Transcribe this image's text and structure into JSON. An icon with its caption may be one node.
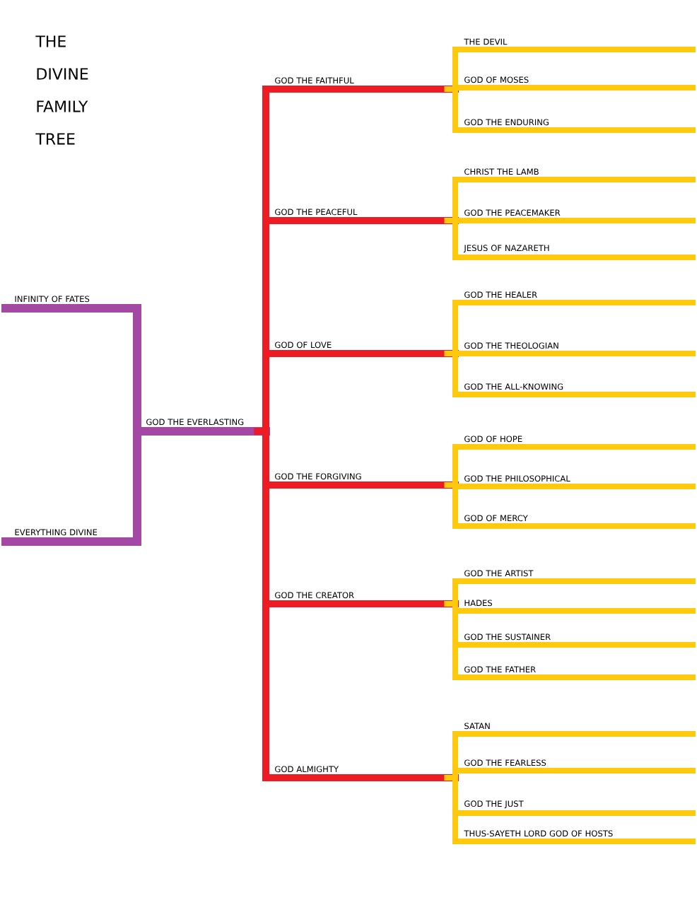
{
  "diagram": {
    "title": "THE DIVINE FAMILY TREE",
    "nodes": [
      {
        "text": [
          "INFINITY OF FATES"
        ]
      },
      {
        "text": [
          "EVERYTHING DIVINE"
        ]
      },
      {
        "text": [
          "GOD THE EVERLASTING"
        ]
      },
      {
        "text": [
          "GOD THE FAITHFUL"
        ]
      },
      {
        "text": [
          "THE DEVIL"
        ]
      },
      {
        "text": [
          "GOD OF MOSES"
        ]
      },
      {
        "text": [
          "GOD THE ENDURING"
        ]
      },
      {
        "text": [
          "GOD THE PEACEFUL"
        ]
      },
      {
        "text": [
          "CHRIST THE LAMB"
        ]
      },
      {
        "text": [
          "GOD THE PEACEMAKER"
        ]
      },
      {
        "text": [
          "JESUS OF NAZARETH"
        ]
      },
      {
        "text": [
          "GOD OF LOVE"
        ]
      },
      {
        "text": [
          "GOD THE HEALER"
        ]
      },
      {
        "text": [
          "GOD THE THEOLOGIAN"
        ]
      },
      {
        "text": [
          "GOD THE ALL-KNOWING"
        ]
      },
      {
        "text": [
          "GOD THE FORGIVING"
        ]
      },
      {
        "text": [
          "GOD OF HOPE"
        ]
      },
      {
        "text": [
          "GOD THE PHILOSOPHICAL"
        ]
      },
      {
        "text": [
          "GOD OF MERCY"
        ]
      },
      {
        "text": [
          "GOD THE CREATOR"
        ]
      },
      {
        "text": [
          "GOD THE ARTIST"
        ]
      },
      {
        "text": [
          "HADES"
        ]
      },
      {
        "text": [
          "GOD THE SUSTAINER"
        ]
      },
      {
        "text": [
          "GOD THE FATHER"
        ]
      },
      {
        "text": [
          "GOD ALMIGHTY"
        ]
      },
      {
        "text": [
          "SATAN"
        ]
      },
      {
        "text": [
          "GOD THE FEARLESS"
        ]
      },
      {
        "text": [
          "GOD THE JUST"
        ]
      },
      {
        "text": [
          "THUS-SAYETH LORD GOD OF HOSTS"
        ]
      }
    ],
    "edges": [
      {
        "from": 0,
        "to": 2,
        "arrow": "none",
        "color": "#a349a4"
      },
      {
        "from": 1,
        "to": 2,
        "arrow": "none",
        "color": "#a349a4"
      },
      {
        "from": 2,
        "to": 3,
        "arrow": "none",
        "color": "#ed1c24"
      },
      {
        "from": 2,
        "to": 7,
        "arrow": "none",
        "color": "#ed1c24"
      },
      {
        "from": 2,
        "to": 11,
        "arrow": "none",
        "color": "#ed1c24"
      },
      {
        "from": 2,
        "to": 15,
        "arrow": "none",
        "color": "#ed1c24"
      },
      {
        "from": 2,
        "to": 19,
        "arrow": "none",
        "color": "#ed1c24"
      },
      {
        "from": 2,
        "to": 24,
        "arrow": "none",
        "color": "#ed1c24"
      },
      {
        "from": 3,
        "to": 4,
        "arrow": "none"
      },
      {
        "from": 3,
        "to": 5,
        "arrow": "none"
      },
      {
        "from": 3,
        "to": 6,
        "arrow": "none"
      },
      {
        "from": 7,
        "to": 8,
        "arrow": "none"
      },
      {
        "from": 7,
        "to": 9,
        "arrow": "none"
      },
      {
        "from": 7,
        "to": 10,
        "arrow": "none"
      },
      {
        "from": 11,
        "to": 12,
        "arrow": "none"
      },
      {
        "from": 11,
        "to": 13,
        "arrow": "none"
      },
      {
        "from": 11,
        "to": 14,
        "arrow": "none"
      },
      {
        "from": 15,
        "to": 16,
        "arrow": "none"
      },
      {
        "from": 15,
        "to": 17,
        "arrow": "none"
      },
      {
        "from": 15,
        "to": 18,
        "arrow": "none"
      },
      {
        "from": 19,
        "to": 20,
        "arrow": "none"
      },
      {
        "from": 19,
        "to": 21,
        "arrow": "none"
      },
      {
        "from": 19,
        "to": 22,
        "arrow": "none"
      },
      {
        "from": 19,
        "to": 23,
        "arrow": "none"
      },
      {
        "from": 24,
        "to": 25,
        "arrow": "none"
      },
      {
        "from": 24,
        "to": 26,
        "arrow": "none"
      },
      {
        "from": 24,
        "to": 27,
        "arrow": "none"
      },
      {
        "from": 24,
        "to": 28,
        "arrow": "none"
      }
    ]
  }
}
